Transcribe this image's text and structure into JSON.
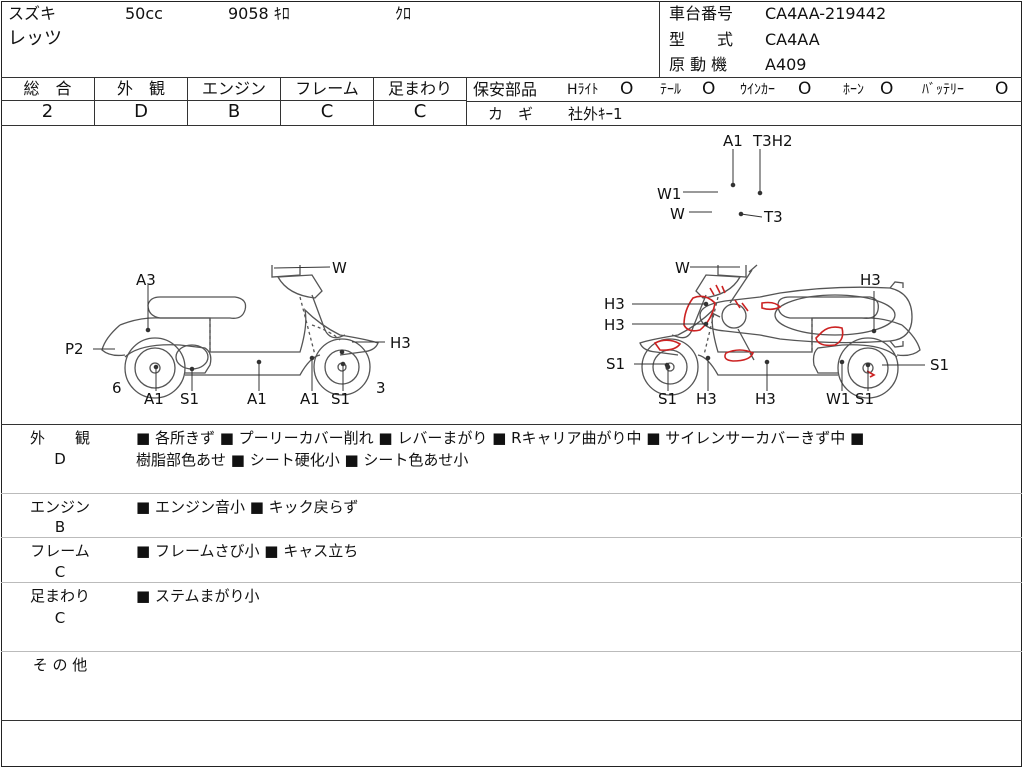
{
  "header": {
    "maker": "スズキ",
    "displacement": "50cc",
    "mileage": "9058 ｷﾛ",
    "color": "ｸﾛ",
    "model_name": "レッツ",
    "frame_no_label": "車台番号",
    "frame_no_value": "CA4AA-219442",
    "type_label": "型　　式",
    "type_value": "CA4AA",
    "engine_label": "原 動 機",
    "engine_value": "A409"
  },
  "grades": {
    "overall": {
      "label": "総　合",
      "value": "2"
    },
    "exterior": {
      "label": "外　観",
      "value": "D"
    },
    "engine": {
      "label": "エンジン",
      "value": "B"
    },
    "frame": {
      "label": "フレーム",
      "value": "C"
    },
    "suspension": {
      "label": "足まわり",
      "value": "C"
    }
  },
  "safety": {
    "title": "保安部品",
    "items": [
      {
        "label": "Hﾗｲﾄ",
        "mark": "O"
      },
      {
        "label": "ﾃｰﾙ",
        "mark": "O"
      },
      {
        "label": "ｳｲﾝｶｰ",
        "mark": "O"
      },
      {
        "label": "ﾎｰﾝ",
        "mark": "O"
      },
      {
        "label": "ﾊﾞｯﾃﾘｰ",
        "mark": "O"
      }
    ],
    "key_label": "カ　ギ",
    "key_value": "社外ｷｰ1"
  },
  "diagram_labels": {
    "top": [
      "A1",
      "T3H2",
      "W1",
      "W",
      "T3"
    ],
    "left": [
      "W",
      "A3",
      "P2",
      "H3",
      "6",
      "A1",
      "S1",
      "A1",
      "A1",
      "S1",
      "3"
    ],
    "right": [
      "W",
      "H3",
      "H3",
      "H3",
      "S1",
      "S1",
      "S1",
      "H3",
      "H3",
      "W1",
      "S1"
    ]
  },
  "comments": [
    {
      "label": "外　　観",
      "grade": "D",
      "text1": "■ 各所きず ■ プーリーカバー削れ ■ レバーまがり ■ Rキャリア曲がり中 ■ サイレンサーカバーきず中 ■",
      "text2": "樹脂部色あせ ■ シート硬化小 ■ シート色あせ小"
    },
    {
      "label": "エンジン",
      "grade": "B",
      "text1": "■ エンジン音小 ■ キック戻らず",
      "text2": ""
    },
    {
      "label": "フレーム",
      "grade": "C",
      "text1": "■ フレームさび小 ■ キャス立ち",
      "text2": ""
    },
    {
      "label": "足まわり",
      "grade": "C",
      "text1": "■ ステムまがり小",
      "text2": ""
    },
    {
      "label": "そ の 他",
      "grade": "",
      "text1": "",
      "text2": ""
    }
  ],
  "colors": {
    "damage_mark": "#cc2222",
    "line": "#333333"
  }
}
